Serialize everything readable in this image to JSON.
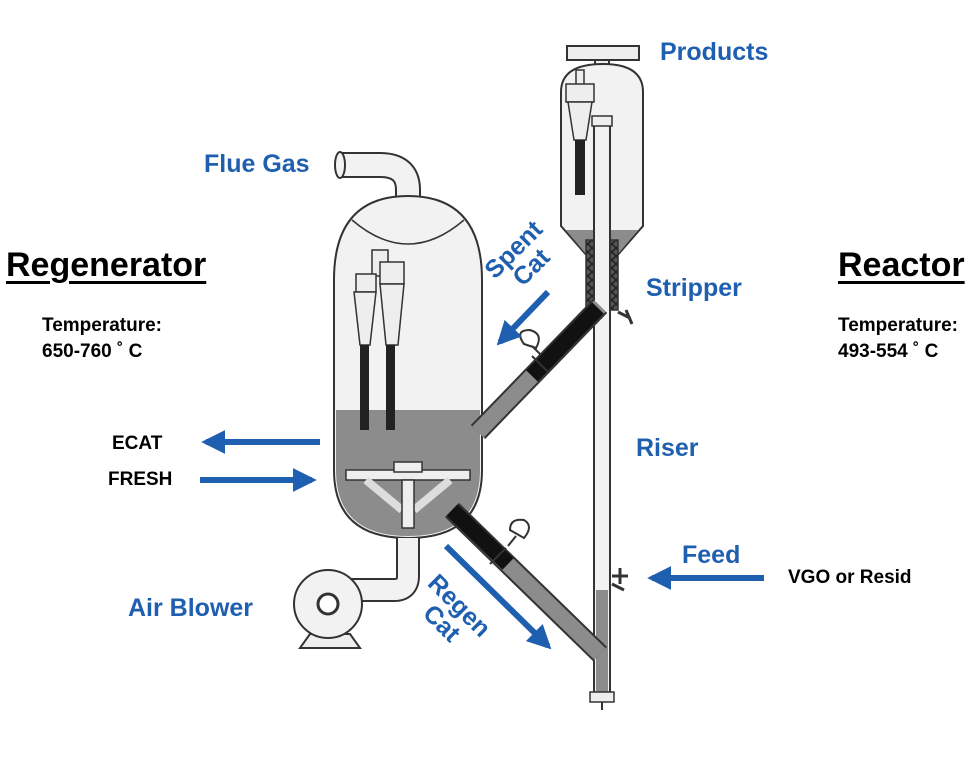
{
  "colors": {
    "accent_blue": "#1f5fb0",
    "catalyst_gray": "#8c8c8c",
    "vessel_fill": "#f2f2f2",
    "outline": "#333333"
  },
  "labels": {
    "products": "Products",
    "flue_gas": "Flue Gas",
    "regenerator": "Regenerator",
    "reactor": "Reactor",
    "regen_temp_label": "Temperature:",
    "regen_temp_value": "650-760 ˚ C",
    "reactor_temp_label": "Temperature:",
    "reactor_temp_value": "493-554 ˚ C",
    "spent_line1": "Spent",
    "spent_line2": "Cat",
    "stripper": "Stripper",
    "ecat": "ECAT",
    "fresh": "FRESH",
    "riser": "Riser",
    "feed": "Feed",
    "vgo": "VGO or Resid",
    "air_blower": "Air Blower",
    "regen_line1": "Regen",
    "regen_line2": "Cat"
  }
}
